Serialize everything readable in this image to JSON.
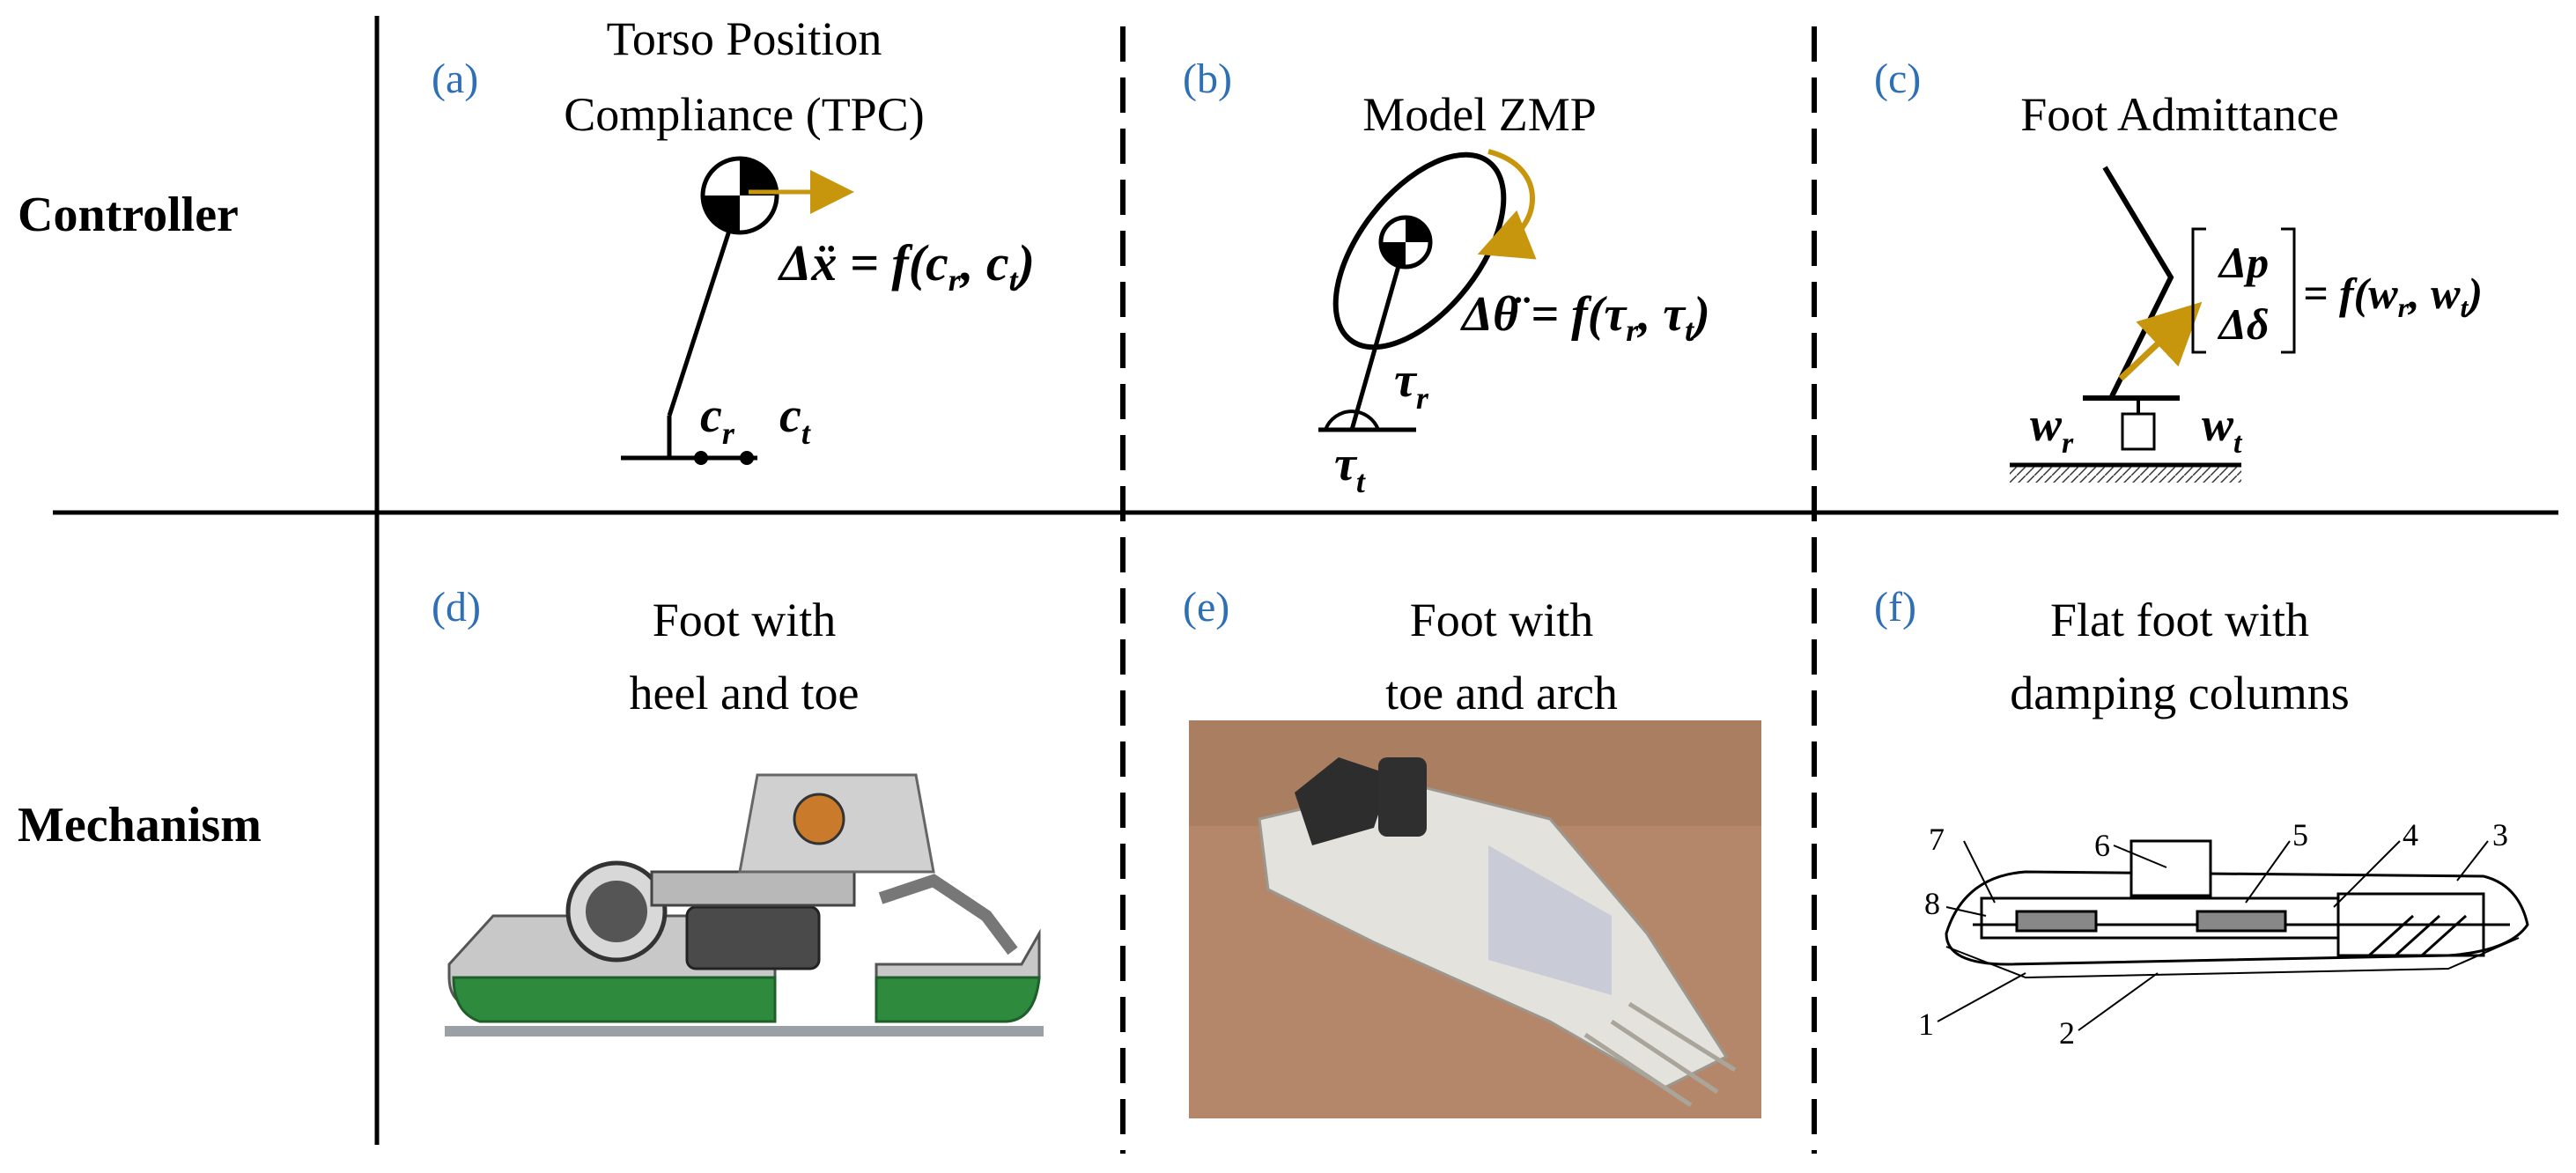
{
  "rows": {
    "controller": "Controller",
    "mechanism": "Mechanism"
  },
  "panels": {
    "a": {
      "tag": "(a)",
      "title_line1": "Torso Position",
      "title_line2": "Compliance (TPC)",
      "eq_lhs": "Δẍ = ",
      "eq_rhs": "f(c",
      "sub_r": "r",
      "sub_t": "t",
      "label_cr": "c",
      "label_ct": "c"
    },
    "b": {
      "tag": "(b)",
      "title": "Model ZMP",
      "eq": "Δθ̈ = f(τ",
      "label_tr": "τ",
      "label_tt": "τ",
      "sub_r": "r",
      "sub_t": "t"
    },
    "c": {
      "tag": "(c)",
      "title": "Foot Admittance",
      "mat_top": "Δp",
      "mat_bottom": "Δδ",
      "eq": "= f(w",
      "label_wr": "w",
      "label_wt": "w",
      "sub_r": "r",
      "sub_t": "t"
    },
    "d": {
      "tag": "(d)",
      "title_line1": "Foot with",
      "title_line2": "heel and toe"
    },
    "e": {
      "tag": "(e)",
      "title_line1": "Foot with",
      "title_line2": "toe and arch"
    },
    "f": {
      "tag": "(f)",
      "title_line1": "Flat foot with",
      "title_line2": "damping columns",
      "callouts": [
        "7",
        "6",
        "5",
        "4",
        "3",
        "8",
        "1",
        "2"
      ]
    }
  },
  "colors": {
    "tag_blue": "#2e6fb5",
    "arrow_gold": "#c8960c",
    "black": "#000000",
    "green_sole": "#2e8b3e"
  }
}
